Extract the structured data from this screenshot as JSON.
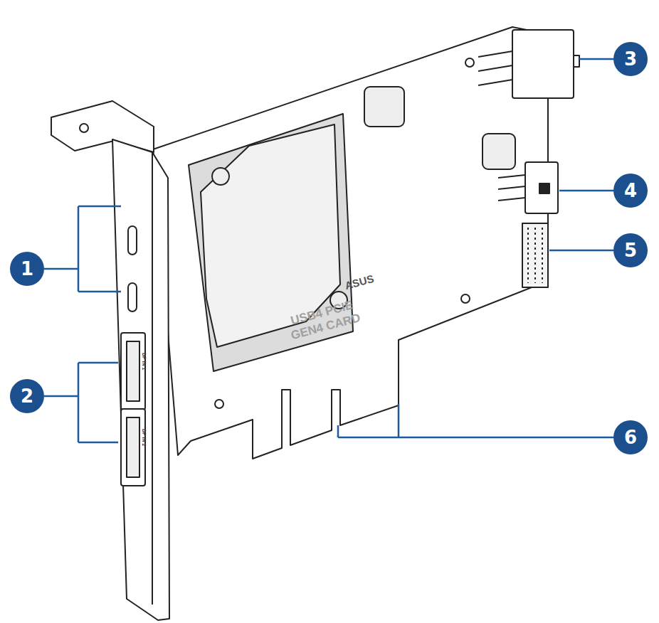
{
  "diagram": {
    "labels": [
      "1",
      "2",
      "3",
      "4",
      "5",
      "6",
      "USB4 PCIE GEN4 CARD",
      "ASUS",
      "DP IN 1",
      "DP IN 2"
    ]
  }
}
